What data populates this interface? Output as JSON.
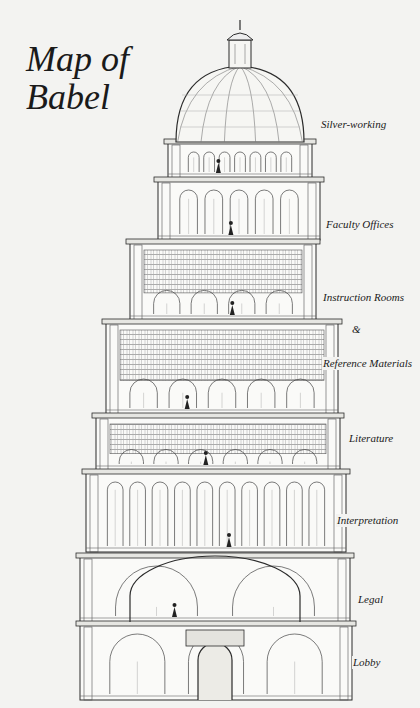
{
  "diagram": {
    "title": "Map of Babel",
    "labels": [
      "Silver-working",
      "Faculty Offices",
      "Instruction Rooms",
      "&",
      "Reference Materials",
      "Literature",
      "Interpretation",
      "Legal",
      "Lobby"
    ]
  }
}
